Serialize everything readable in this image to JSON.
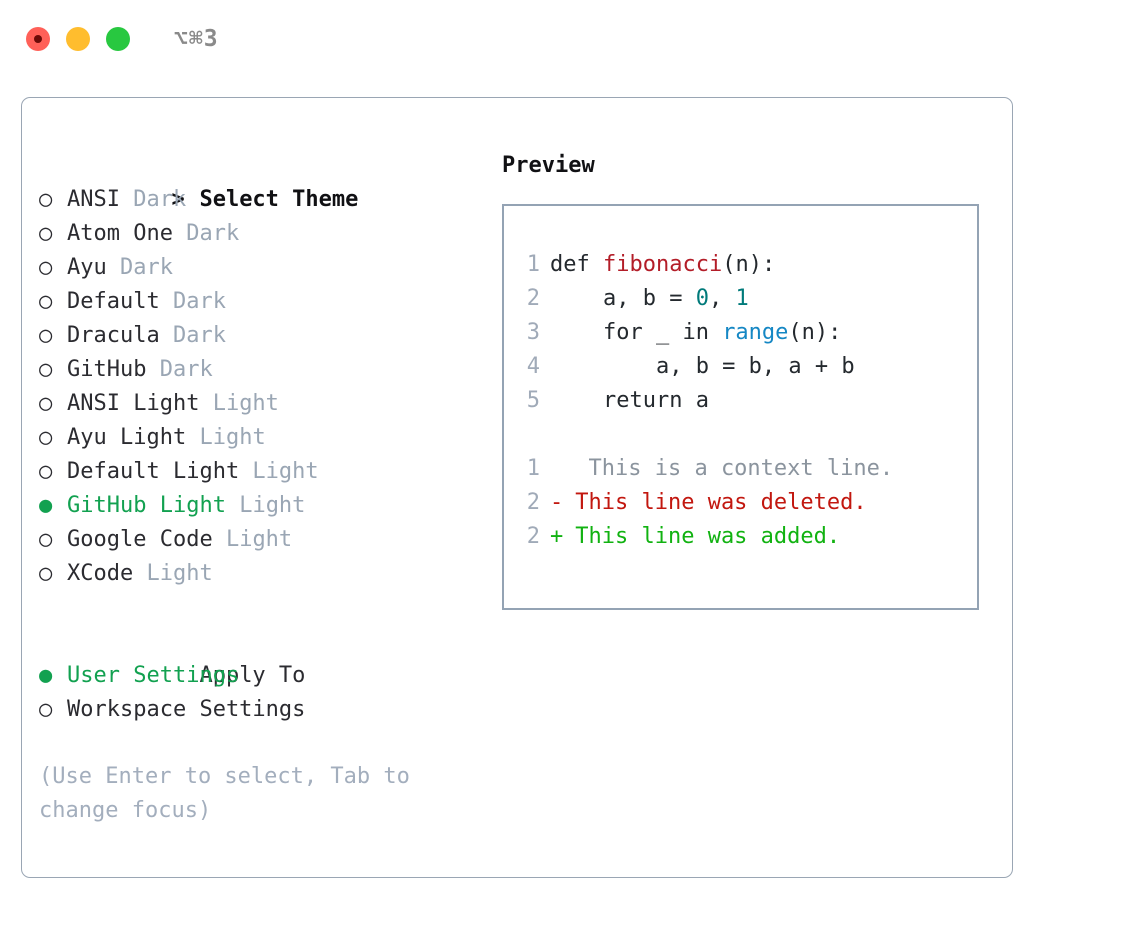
{
  "window": {
    "shortcut_label": "⌥⌘3",
    "traffic_lights": [
      {
        "name": "close",
        "color": "#ff6058"
      },
      {
        "name": "minimize",
        "color": "#ffbd2e"
      },
      {
        "name": "maximize",
        "color": "#28c840"
      }
    ]
  },
  "colors": {
    "accent_green": "#12a150",
    "tag_gray": "#9aa6b4",
    "hint_gray": "#a3aebd",
    "border": "#9aa6b4",
    "preview_border": "#94a3b4",
    "text": "#2b2b30",
    "diff_add": "#11b211",
    "diff_del": "#c2170f",
    "diff_ctx": "#8b949e",
    "syntax_function": "#b31d28",
    "syntax_number": "#007a7a",
    "syntax_call": "#1587c4"
  },
  "theme_section": {
    "prompt_marker": ">",
    "title": "Select Theme",
    "radio_unselected": "○",
    "radio_selected": "●",
    "items": [
      {
        "label": "ANSI",
        "tag": "Dark",
        "selected": false
      },
      {
        "label": "Atom One",
        "tag": "Dark",
        "selected": false
      },
      {
        "label": "Ayu",
        "tag": "Dark",
        "selected": false
      },
      {
        "label": "Default",
        "tag": "Dark",
        "selected": false
      },
      {
        "label": "Dracula",
        "tag": "Dark",
        "selected": false
      },
      {
        "label": "GitHub",
        "tag": "Dark",
        "selected": false
      },
      {
        "label": "ANSI Light",
        "tag": "Light",
        "selected": false
      },
      {
        "label": "Ayu Light",
        "tag": "Light",
        "selected": false
      },
      {
        "label": "Default Light",
        "tag": "Light",
        "selected": false
      },
      {
        "label": "GitHub Light",
        "tag": "Light",
        "selected": true
      },
      {
        "label": "Google Code",
        "tag": "Light",
        "selected": false
      },
      {
        "label": "XCode",
        "tag": "Light",
        "selected": false
      }
    ]
  },
  "apply_to_section": {
    "title": "Apply To",
    "items": [
      {
        "label": "User Settings",
        "selected": true
      },
      {
        "label": "Workspace Settings",
        "selected": false
      }
    ]
  },
  "hint": "(Use Enter to select, Tab to change focus)",
  "preview": {
    "title": "Preview",
    "code_lines": [
      {
        "no": "1",
        "segments": [
          {
            "text": "def ",
            "kind": "plain"
          },
          {
            "text": "fibonacci",
            "kind": "fn"
          },
          {
            "text": "(n):",
            "kind": "plain"
          }
        ]
      },
      {
        "no": "2",
        "segments": [
          {
            "text": "    a, b = ",
            "kind": "plain"
          },
          {
            "text": "0",
            "kind": "num"
          },
          {
            "text": ", ",
            "kind": "plain"
          },
          {
            "text": "1",
            "kind": "num"
          }
        ]
      },
      {
        "no": "3",
        "segments": [
          {
            "text": "    for _ in ",
            "kind": "plain"
          },
          {
            "text": "range",
            "kind": "call"
          },
          {
            "text": "(n):",
            "kind": "plain"
          }
        ]
      },
      {
        "no": "4",
        "segments": [
          {
            "text": "        a, b = b, a + b",
            "kind": "plain"
          }
        ]
      },
      {
        "no": "5",
        "segments": [
          {
            "text": "    return a",
            "kind": "plain"
          }
        ]
      }
    ],
    "diff_lines": [
      {
        "no": "1",
        "sign": " ",
        "text": "  This is a context line.",
        "kind": "ctx"
      },
      {
        "no": "2",
        "sign": "-",
        "text": " This line was deleted.",
        "kind": "del"
      },
      {
        "no": "2",
        "sign": "+",
        "text": " This line was added.",
        "kind": "add"
      }
    ]
  }
}
